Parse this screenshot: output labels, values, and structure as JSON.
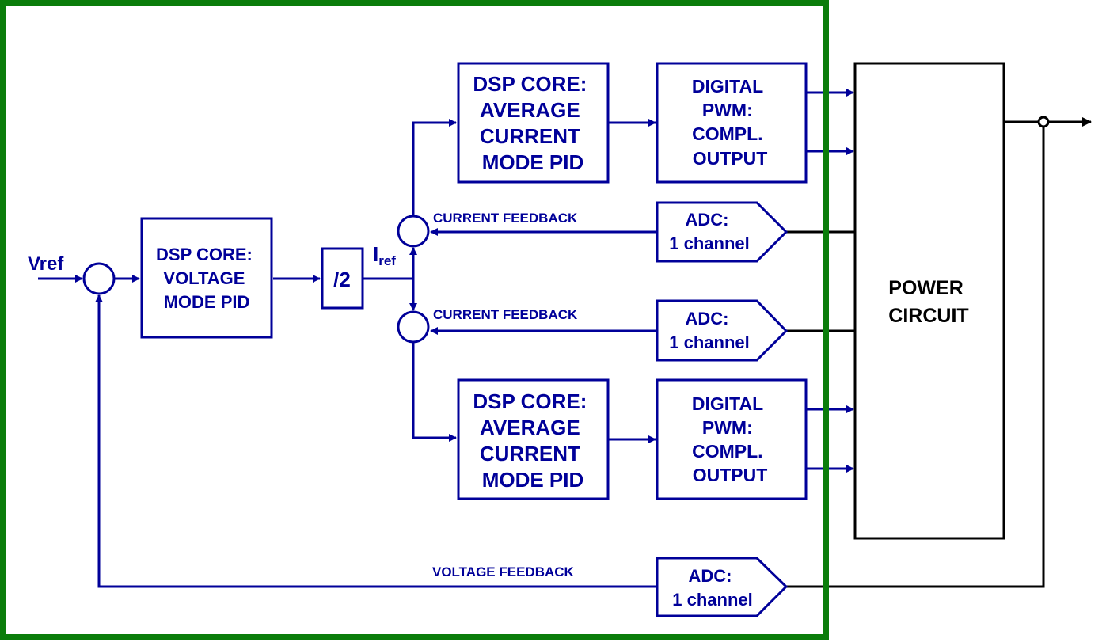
{
  "colors": {
    "frame": "#0b7d0b",
    "block": "#000099",
    "power": "#000000",
    "background": "#ffffff"
  },
  "input": {
    "label": "Vref"
  },
  "voltage_pid": {
    "lines": [
      "DSP CORE:",
      "VOLTAGE",
      "MODE PID"
    ]
  },
  "divider": {
    "label": "/2"
  },
  "iref": {
    "main": "I",
    "sub": "ref"
  },
  "current_pid": {
    "lines": [
      "DSP CORE:",
      "AVERAGE",
      "CURRENT",
      "MODE PID"
    ]
  },
  "pwm": {
    "lines": [
      "DIGITAL",
      "PWM:",
      "COMPL.",
      "OUTPUT"
    ]
  },
  "adc": {
    "lines": [
      "ADC:",
      "1 channel"
    ]
  },
  "feedback": {
    "current": "CURRENT FEEDBACK",
    "voltage": "VOLTAGE FEEDBACK"
  },
  "power_circuit": {
    "lines": [
      "POWER",
      "CIRCUIT"
    ]
  }
}
